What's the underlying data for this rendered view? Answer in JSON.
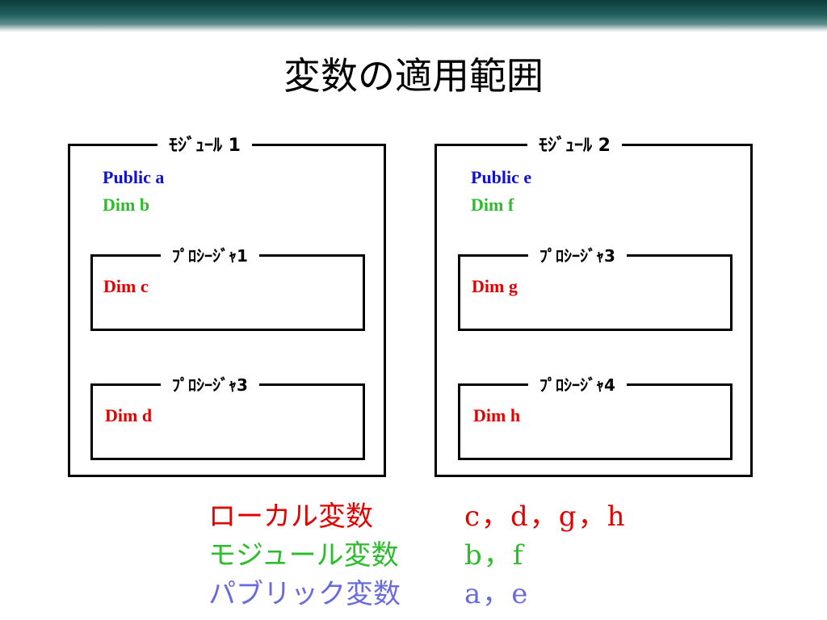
{
  "title": "変数の適用範囲",
  "modules": [
    {
      "label": "ﾓｼﾞｭｰﾙ 1",
      "public_decl": "Public  a",
      "dim_decl": "Dim  b",
      "procedures": [
        {
          "label": "ﾌﾟﾛｼｰｼﾞｬ1",
          "decl": "Dim  c"
        },
        {
          "label": "ﾌﾟﾛｼｰｼﾞｬ3",
          "decl": "Dim  d"
        }
      ]
    },
    {
      "label": "ﾓｼﾞｭｰﾙ 2",
      "public_decl": "Public  e",
      "dim_decl": "Dim  f",
      "procedures": [
        {
          "label": "ﾌﾟﾛｼｰｼﾞｬ3",
          "decl": "Dim  g"
        },
        {
          "label": "ﾌﾟﾛｼｰｼﾞｬ4",
          "decl": "Dim  h"
        }
      ]
    }
  ],
  "legend": {
    "local": {
      "name": "ローカル変数",
      "vars": "c，d，g，h"
    },
    "module": {
      "name": "モジュール変数",
      "vars": "b，f"
    },
    "public": {
      "name": "パブリック変数",
      "vars": "a，e"
    }
  },
  "colors": {
    "public": "#1010d0",
    "module_dim": "#2cbc2c",
    "local_dim": "#e00000",
    "legend_public": "#6a6adf",
    "header_bar": "#1f5f5c"
  }
}
